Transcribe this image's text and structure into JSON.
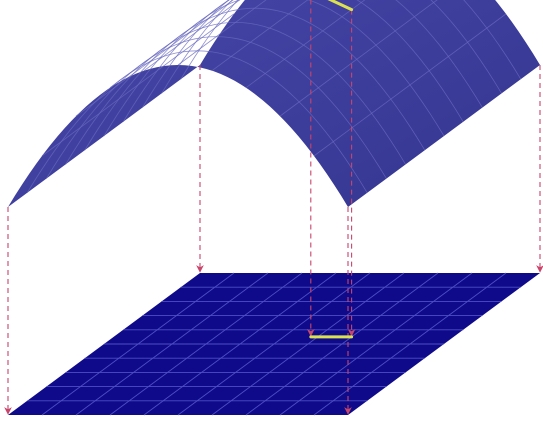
{
  "colors": {
    "background": "#ffffff",
    "surface_fill": "#3d3d9e",
    "surface_fill_edge": "#34348f",
    "surface_grid": "#6a6ac0",
    "domain_fill": "#0f0a8a",
    "domain_grid": "#4e4ec4",
    "projection_line": "#c8456b",
    "highlight": "#dbe24f"
  },
  "grid": {
    "u_divisions": 10,
    "v_divisions": 10
  },
  "highlight_segment": {
    "u_start": 0.58,
    "u_end": 0.7,
    "v": 0.55
  },
  "icons": {
    "arrowhead": "arrow-down-icon"
  }
}
